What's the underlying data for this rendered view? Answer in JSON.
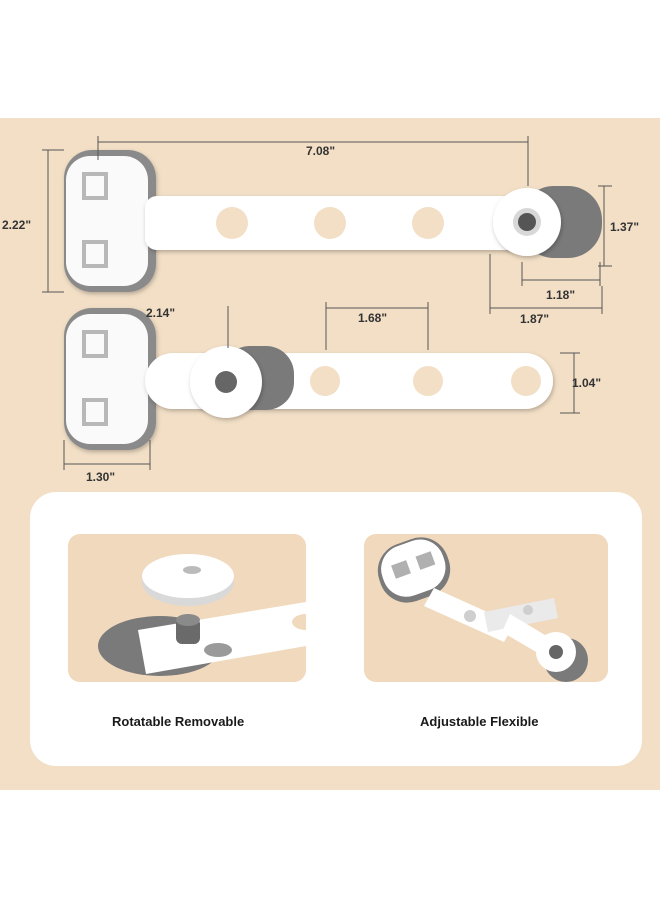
{
  "dimensions": {
    "overall_length": "7.08\"",
    "base_height": "2.22\"",
    "knob_height": "1.37\"",
    "knob_width": "1.18\"",
    "knob_offset": "1.87\"",
    "base_to_knob": "2.14\"",
    "hole_spacing": "1.68\"",
    "strap_width": "1.04\"",
    "base_width": "1.30\""
  },
  "features": [
    {
      "caption": "Rotatable Removable"
    },
    {
      "caption": "Adjustable Flexible"
    }
  ],
  "colors": {
    "background": "#f2dfc6",
    "lock_white": "#ffffff",
    "lock_gray": "#7a7a7a",
    "card": "#ffffff"
  }
}
